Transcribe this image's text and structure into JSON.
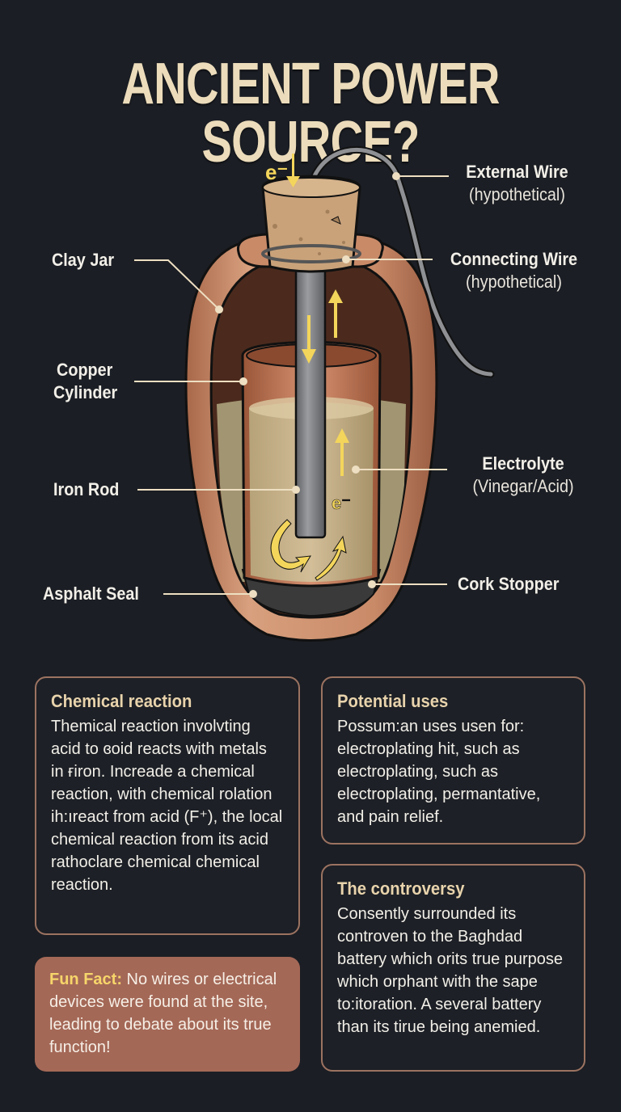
{
  "title": "ANCIENT POWER SOURCE?",
  "diagram": {
    "electron_symbol": "e⁻",
    "labels": {
      "clay_jar": "Clay Jar",
      "copper_cylinder_line1": "Copper",
      "copper_cylinder_line2": "Cylinder",
      "iron_rod": "Iron Rod",
      "asphalt_seal": "Asphalt Seal",
      "external_wire": "External Wire",
      "external_wire_sub": "(hypothetical)",
      "connecting_wire": "Connecting Wire",
      "connecting_wire_sub": "(hypothetical)",
      "electrolyte": "Electrolyte",
      "electrolyte_sub": "(Vinegar/Acid)",
      "cork_stopper": "Cork Stopper"
    },
    "colors": {
      "background": "#1b1e24",
      "clay": "#c98a68",
      "copper": "#b8704f",
      "cork": "#c9a27a",
      "iron": "#7d7f82",
      "electrolyte": "#c9b58e",
      "asphalt": "#3a3a3a",
      "arrow": "#f3d55b",
      "leader": "#eedfc2"
    }
  },
  "cards": {
    "chemical_reaction": {
      "heading": "Chemical reaction",
      "body": "Themical reaction involvting acid to ɞoid reacts with metals in ғiron. Increade a chemical reaction, with chemical rolation ih:ıreact from acid (F⁺), the local chemical reaction from its acid rathoclare chemical chemical reaction."
    },
    "potential_uses": {
      "heading": "Potential uses",
      "body": "Possum:an uses usen for: electroplating hit, such as electroplating, such as electroplating, permantative, and pain relief."
    },
    "controversy": {
      "heading": "The controversy",
      "body": "Consently surrounded its controven to the Baghdad battery which orits true purpose which orphant with the sape to:itoration. A several battery than its tirue being anemied."
    },
    "fun_fact": {
      "label": "Fun Fact:",
      "body": " No wires or electrical devices were found at the site, leading to debate about its true function!"
    }
  }
}
